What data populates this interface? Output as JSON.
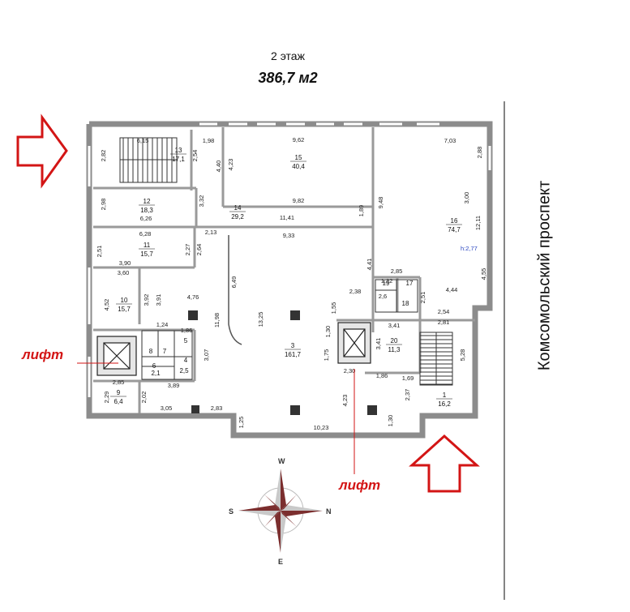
{
  "header": {
    "floor": "2 этаж",
    "area": "386,7 м2"
  },
  "street": "Комсомольский проспект",
  "lift_labels": [
    "лифт",
    "лифт"
  ],
  "compass": {
    "n": "N",
    "s": "S",
    "e": "E",
    "w": "W"
  },
  "height_note": "h:2,77",
  "colors": {
    "arrow": "#d31515",
    "wall": "#8a8a8a",
    "compass_dark": "#7b2e2e",
    "compass_light": "#cfcfcf"
  },
  "rooms": [
    {
      "id": "13",
      "area": "17,1"
    },
    {
      "id": "15",
      "area": "40,4"
    },
    {
      "id": "16",
      "area": "74,7"
    },
    {
      "id": "12",
      "area": "18,3"
    },
    {
      "id": "14",
      "area": "29,2"
    },
    {
      "id": "11",
      "area": "15,7"
    },
    {
      "id": "10",
      "area": "15,7"
    },
    {
      "id": "3",
      "area": "161,7"
    },
    {
      "id": "20",
      "area": "11,3"
    },
    {
      "id": "9",
      "area": "6,4"
    },
    {
      "id": "1",
      "area": "16,2"
    },
    {
      "id": "19",
      "area": ""
    },
    {
      "id": "17",
      "area": ""
    },
    {
      "id": "18",
      "area": ""
    },
    {
      "id": "8",
      "area": ""
    },
    {
      "id": "7",
      "area": ""
    },
    {
      "id": "6",
      "area": ""
    },
    {
      "id": "5",
      "area": ""
    },
    {
      "id": "4",
      "area": ""
    },
    {
      "id": "2,5",
      "area": ""
    },
    {
      "id": "2,1",
      "area": ""
    }
  ],
  "dimensions": [
    "6,15",
    "1,98",
    "9,62",
    "7,03",
    "2,82",
    "2,54",
    "4,40",
    "4,23",
    "2,88",
    "2,98",
    "3,32",
    "9,82",
    "1,89",
    "9,48",
    "3,00",
    "6,26",
    "11,41",
    "12,11",
    "6,28",
    "2,13",
    "9,33",
    "2,51",
    "2,27",
    "2,64",
    "3,90",
    "3,60",
    "4,41",
    "2,85",
    "1,22",
    "4,55",
    "3,92",
    "3,91",
    "4,76",
    "6,49",
    "2,38",
    "2,6",
    "4,44",
    "4,52",
    "1,55",
    "2,51",
    "11,98",
    "13,25",
    "2,54",
    "1,24",
    "1,86",
    "3,41",
    "2,81",
    "1,30",
    "3,41",
    "3,07",
    "1,75",
    "5,28",
    "2,85",
    "2,30",
    "1,86",
    "1,69",
    "3,89",
    "2,29",
    "2,02",
    "4,23",
    "2,37",
    "3,05",
    "2,83",
    "1,25",
    "10,23",
    "1,30"
  ]
}
